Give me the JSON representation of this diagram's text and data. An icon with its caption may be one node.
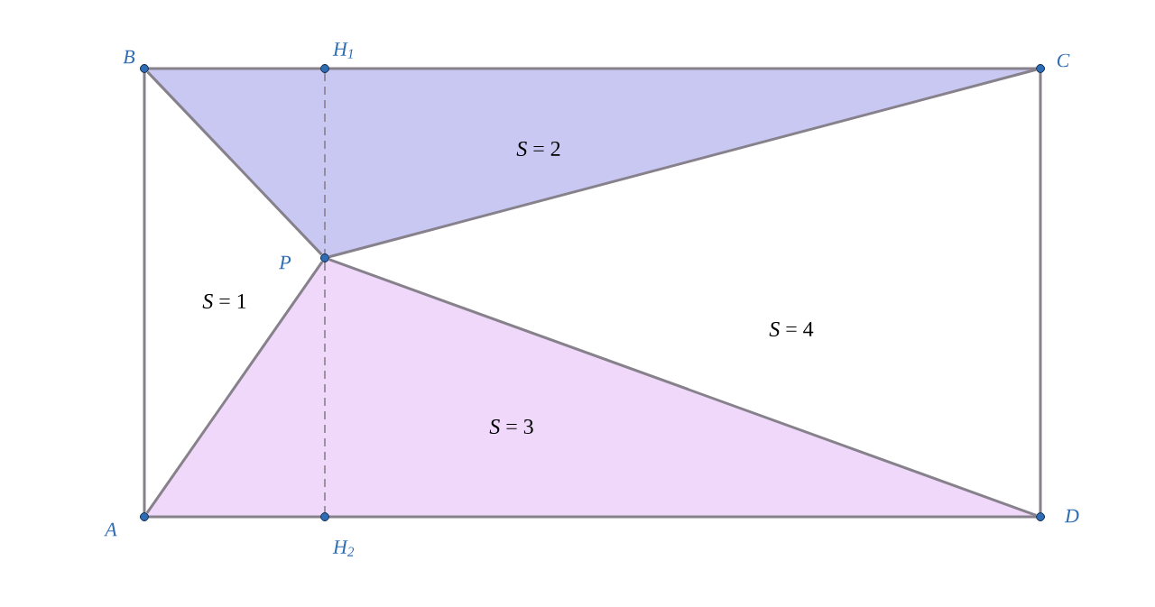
{
  "diagram": {
    "nodes": [
      {
        "text": [],
        "shape": "circle",
        "beside": [
          "B"
        ]
      },
      {
        "text": [],
        "shape": "circle",
        "beside": [
          "H$_{1}$"
        ]
      },
      {
        "text": [],
        "shape": "circle",
        "beside": [
          "C"
        ]
      },
      {
        "text": [],
        "shape": "circle",
        "beside": [
          "P"
        ]
      },
      {
        "text": [],
        "shape": "circle",
        "beside": [
          "A"
        ]
      },
      {
        "text": [],
        "shape": "circle",
        "beside": [
          "H$_{2}$"
        ]
      },
      {
        "text": [],
        "shape": "circle",
        "beside": [
          "D"
        ]
      }
    ],
    "edges": [
      {
        "from": 0,
        "to": 1,
        "arrow": "none"
      },
      {
        "from": 1,
        "to": 2,
        "arrow": "none"
      },
      {
        "from": 2,
        "to": 6,
        "arrow": "none"
      },
      {
        "from": 4,
        "to": 5,
        "arrow": "none"
      },
      {
        "from": 5,
        "to": 6,
        "arrow": "none"
      },
      {
        "from": 0,
        "to": 4,
        "arrow": "none"
      },
      {
        "from": 0,
        "to": 3,
        "arrow": "none"
      },
      {
        "from": 3,
        "to": 2,
        "arrow": "none"
      },
      {
        "from": 4,
        "to": 3,
        "arrow": "none"
      },
      {
        "from": 3,
        "to": 6,
        "arrow": "none"
      },
      {
        "from": 1,
        "to": 3,
        "arrow": "none",
        "style": "dashed"
      },
      {
        "from": 3,
        "to": 5,
        "arrow": "none",
        "style": "dashed"
      }
    ],
    "labels": [
      "*S* = 2",
      "*S* = 1",
      "*S* = 4",
      "*S* = 3"
    ]
  }
}
